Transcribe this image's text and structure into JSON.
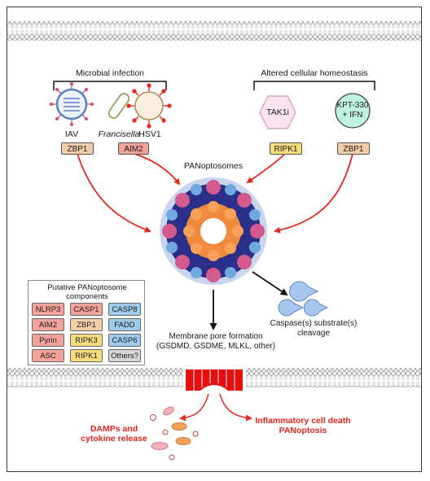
{
  "header_left": "Microbial infection",
  "header_right": "Altered cellular homeostasis",
  "pathogens": {
    "iav": "IAV",
    "francisella": "Francisella",
    "hsv1": "HSV1"
  },
  "stimuli": {
    "tak1i": "TAK1i",
    "kpt_line1": "KPT-330",
    "kpt_line2": "+ IFN"
  },
  "sensors": {
    "zbp1_left": "ZBP1",
    "aim2": "AIM2",
    "ripk1": "RIPK1",
    "zbp1_right": "ZBP1"
  },
  "center_title": "PANoptosomes",
  "legend": {
    "title_line1": "Putative PANoptosome",
    "title_line2": "components",
    "cells": [
      [
        "NLRP3",
        "CASP1",
        "CASP8"
      ],
      [
        "AIM2",
        "ZBP1",
        "FADD"
      ],
      [
        "Pyrin",
        "RIPK3",
        "CASP6"
      ],
      [
        "ASC",
        "RIPK1",
        "Others?"
      ]
    ]
  },
  "caspase_line1": "Caspase(s) substrate(s)",
  "caspase_line2": "cleavage",
  "pore_line1": "Membrane pore formation",
  "pore_line2": "(GSDMD, GSDME, MLKL, other)",
  "damps_line1": "DAMPs and",
  "damps_line2": "cytokine release",
  "death_line1": "Inflammatory cell death",
  "death_line2": "PANoptosis",
  "colors": {
    "accent_red": "#e8251f",
    "sensor_zbp1": "#f3cda8",
    "sensor_aim2": "#f4a39a",
    "sensor_ripk1": "#f6dc7a",
    "legend_nlrp3_row": "#f4a39a",
    "legend_zbp1": "#f3cda8",
    "legend_ripk": "#f6dc7a",
    "legend_casp": "#9ecbec",
    "legend_others": "#d6d6d6"
  }
}
